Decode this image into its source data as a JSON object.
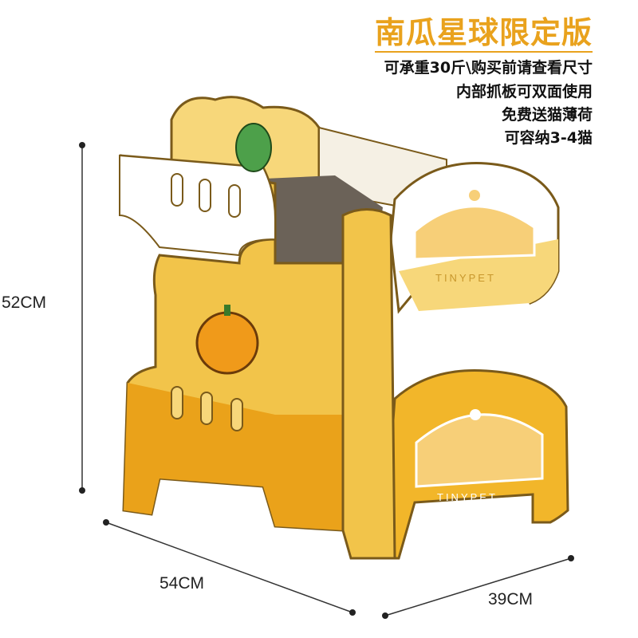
{
  "product": {
    "title": "南瓜星球限定版",
    "features": [
      "可承重30斤\\购买前请查看尺寸",
      "内部抓板可双面使用",
      "免费送猫薄荷",
      "可容纳3-4猫"
    ],
    "brand_mark": "TINYPET"
  },
  "dimensions": {
    "height": "52CM",
    "width": "54CM",
    "depth": "39CM"
  },
  "colors": {
    "accent": "#e9a21d",
    "yellow": "#f2b62a",
    "light_yellow": "#f7d77a",
    "white": "#ffffff",
    "dark": "#222222"
  }
}
